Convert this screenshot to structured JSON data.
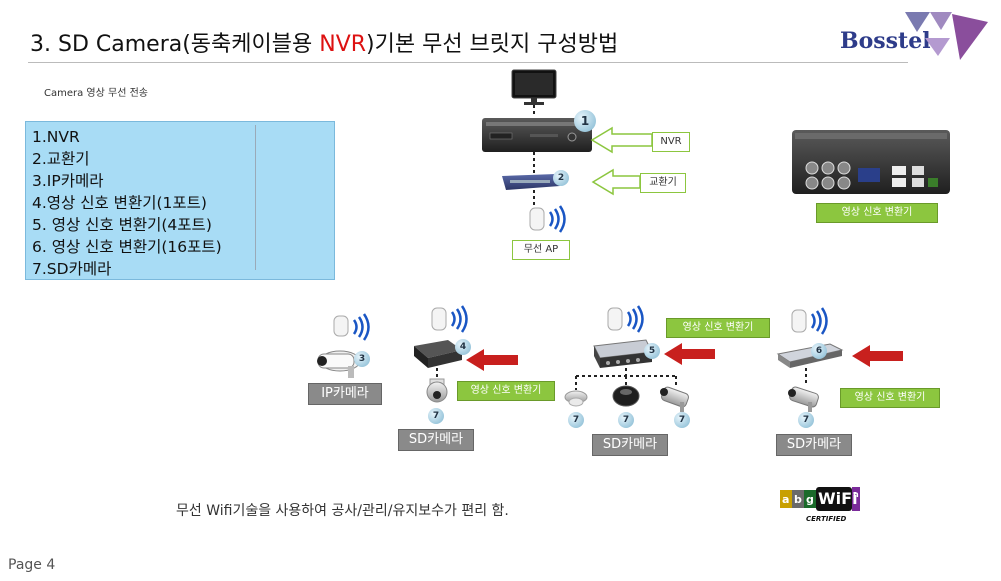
{
  "title": {
    "part1": "3. SD Camera(동축케이블용 ",
    "part2": "NVR",
    "part3": ")기본 무선 브릿지 구성방법"
  },
  "logo": {
    "text": "Bosstel"
  },
  "subtitle": "Camera 영상 무선 전송",
  "legend": {
    "items": [
      "1.NVR",
      "2.교환기",
      "3.IP카메라",
      "4.영상 신호 변환기(1포트)",
      "5. 영상 신호 변환기(4포트)",
      "6. 영상 신호 변환기(16포트)",
      "7.SD카메라"
    ]
  },
  "labels": {
    "nvr": "NVR",
    "switch": "교환기",
    "converter_top": "영상 신호 변환기",
    "ap": "무선 AP",
    "converter_mid": "영상 신호 변환기",
    "converter_left": "영상 신호 변환기",
    "converter_right": "영상 신호 변환기",
    "ip_camera": "IP카메라",
    "sd_camera_1": "SD카메라",
    "sd_camera_2": "SD카메라",
    "sd_camera_3": "SD카메라"
  },
  "badges": {
    "b1": "1",
    "b2": "2",
    "b3": "3",
    "b4": "4",
    "b5": "5",
    "b6": "6",
    "b7a": "7",
    "b7b": "7",
    "b7c": "7",
    "b7d": "7",
    "b7e": "7"
  },
  "wifi_logo": {
    "a": "a",
    "b": "b",
    "g": "g",
    "n": "n",
    "brand": "WiFi",
    "certified": "CERTIFIED"
  },
  "footer": "무선 Wifi기술을 사용하여 공사/관리/유지보수가 편리 함.",
  "page": "Page 4",
  "colors": {
    "accent_green": "#8cc63f",
    "legend_bg": "#a8dcf5",
    "arrow_red": "#c8201e",
    "title_red": "#d11111",
    "logo_blue": "#2e3c8a"
  }
}
